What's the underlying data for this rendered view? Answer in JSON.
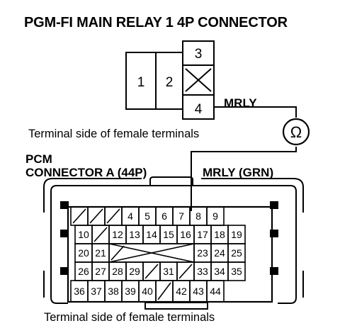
{
  "title": "PGM-FI MAIN RELAY 1 4P CONNECTOR",
  "relay_pins": [
    "1",
    "2",
    "3",
    "4"
  ],
  "relay_signal_label": "MRLY",
  "terminal_side_label_top": "Terminal side of female terminals",
  "pcm_label_line1": "PCM",
  "pcm_label_line2": "CONNECTOR A (44P)",
  "pcm_wire_label": "MRLY (GRN)",
  "ohmmeter_symbol": "Ω",
  "terminal_side_label_bottom": "Terminal side of female terminals",
  "pcm_rows": [
    [
      "",
      "",
      "",
      "4",
      "5",
      "6",
      "7",
      "8",
      "9"
    ],
    [
      "10",
      "",
      "12",
      "13",
      "14",
      "15",
      "16",
      "17",
      "18",
      "19"
    ],
    [
      "20",
      "21",
      "",
      "",
      "",
      "",
      "",
      "23",
      "24",
      "25"
    ],
    [
      "26",
      "27",
      "28",
      "29",
      "",
      "31",
      "",
      "33",
      "34",
      "35"
    ],
    [
      "36",
      "37",
      "38",
      "39",
      "40",
      "",
      "42",
      "43",
      "44"
    ]
  ]
}
